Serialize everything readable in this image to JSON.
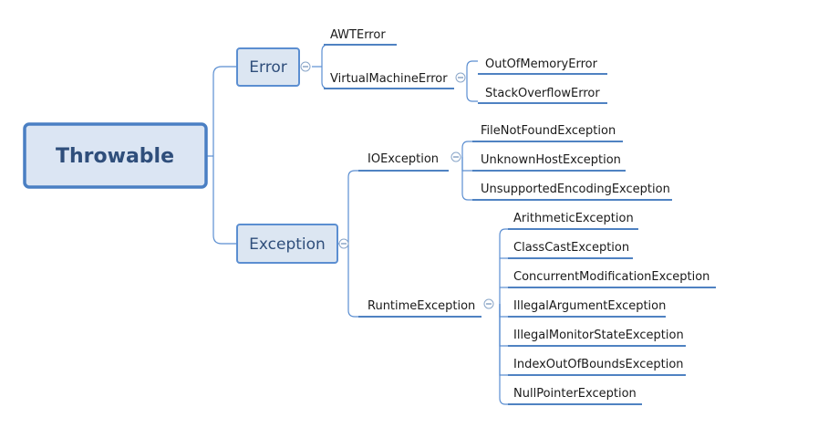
{
  "root": {
    "label": "Throwable"
  },
  "error": {
    "label": "Error",
    "children": [
      "AWTError",
      "VirtualMachineError"
    ],
    "vm_children": [
      "OutOfMemoryError",
      "StackOverflowError"
    ]
  },
  "exception": {
    "label": "Exception",
    "io": {
      "label": "IOException",
      "children": [
        "FileNotFoundException",
        "UnknownHostException",
        "UnsupportedEncodingException"
      ]
    },
    "runtime": {
      "label": "RuntimeException",
      "children": [
        "ArithmeticException",
        "ClassCastException",
        "ConcurrentModificationException",
        "IllegalArgumentException",
        "IllegalMonitorStateException",
        "IndexOutOfBoundsException",
        "NullPointerException"
      ]
    }
  },
  "colors": {
    "root_fill": "#dbe5f3",
    "root_border": "#4a7fc3",
    "node_fill": "#dce6f2",
    "node_border": "#5b8ed1",
    "connector": "#5b8ed1",
    "root_text": "#2f4e7b"
  }
}
